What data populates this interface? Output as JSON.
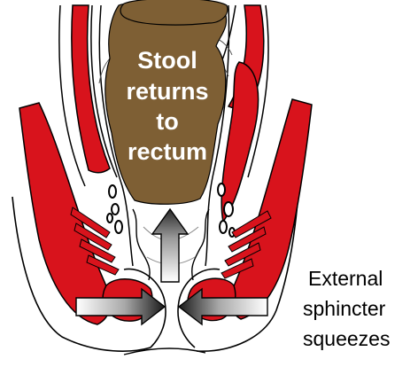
{
  "diagram": {
    "stool_label": [
      "Stool",
      "returns",
      "to",
      "rectum"
    ],
    "sphincter_label": [
      "External",
      "sphincter",
      "squeezes"
    ]
  },
  "colors": {
    "muscle": "#d8131c",
    "stool": "#7e5f34",
    "outline": "#000000",
    "background": "#ffffff"
  },
  "arrows": {
    "left": "squeeze-right",
    "right": "squeeze-left",
    "center": "push-up"
  }
}
